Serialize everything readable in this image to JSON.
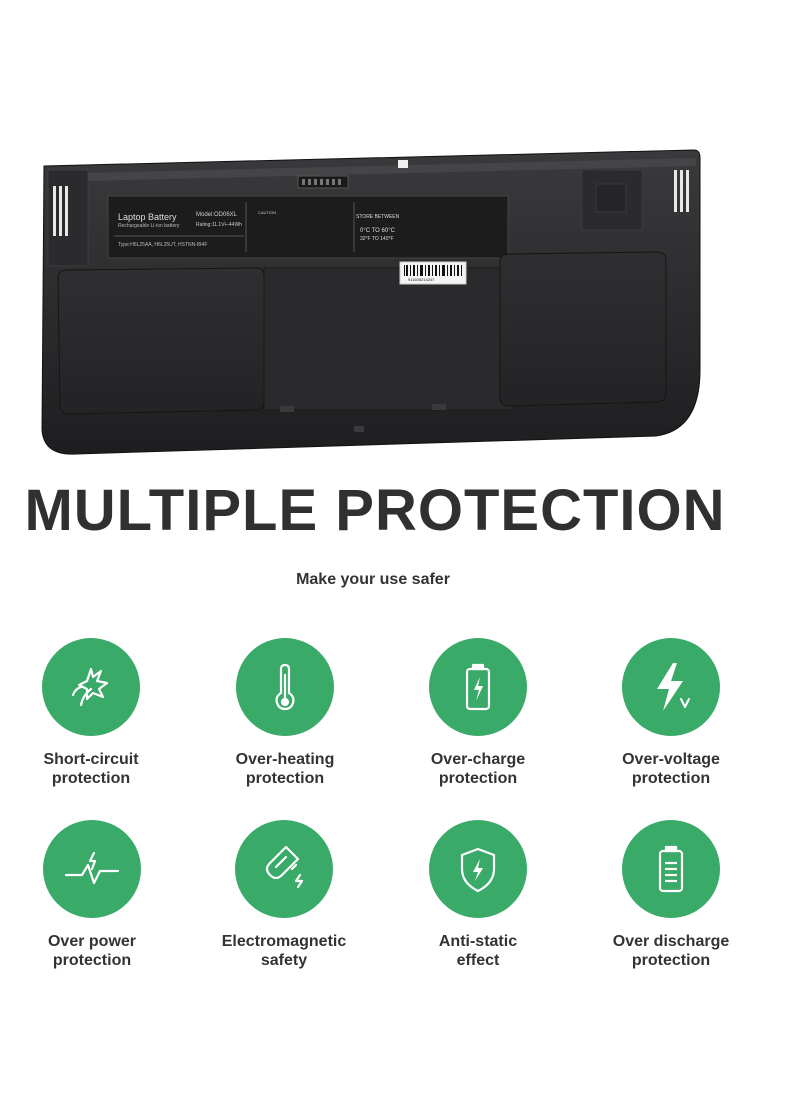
{
  "battery": {
    "label_title": "Laptop Battery",
    "label_subtitle": "Rechargeable Li-ion battery",
    "model": "Model:OD06XL",
    "rating": "Rating:11.1V⊢44Wh",
    "type_line": "Type:H6L25AA, H6L25UT, HSTNN-IB4F",
    "store_between": "STORE BETWEEN",
    "temp_c": "0°C TO 60°C",
    "temp_f": "32°F TO 140°F",
    "barcode_number": "911605214247",
    "caution": "CAUTION"
  },
  "headline": "MULTIPLE PROTECTION",
  "subline": "Make your use safer",
  "features": [
    {
      "icon": "short-circuit-icon",
      "line1": "Short-circuit",
      "line2": "protection"
    },
    {
      "icon": "thermometer-icon",
      "line1": "Over-heating",
      "line2": "protection"
    },
    {
      "icon": "battery-charge-icon",
      "line1": "Over-charge",
      "line2": "protection"
    },
    {
      "icon": "voltage-bolt-icon",
      "line1": "Over-voltage",
      "line2": "protection"
    },
    {
      "icon": "power-pulse-icon",
      "line1": "Over power",
      "line2": "protection"
    },
    {
      "icon": "magnet-icon",
      "line1": "Electromagnetic",
      "line2": "safety"
    },
    {
      "icon": "shield-bolt-icon",
      "line1": "Anti-static",
      "line2": "effect"
    },
    {
      "icon": "battery-full-icon",
      "line1": "Over discharge",
      "line2": "protection"
    }
  ],
  "colors": {
    "accent_green": "#3aaa69",
    "headline_text": "#303030",
    "battery_body": "#2a2a2c"
  }
}
